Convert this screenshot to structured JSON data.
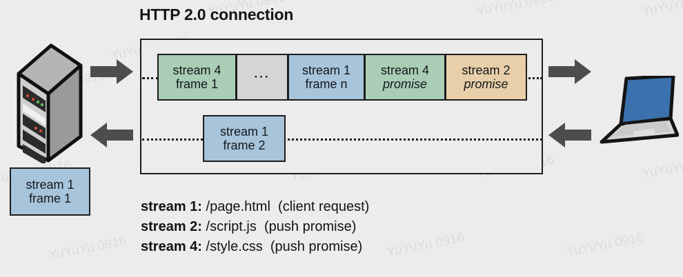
{
  "title": "HTTP 2.0 connection",
  "colors": {
    "background": "#ececec",
    "green": "#a9cdb5",
    "blue": "#a8c4db",
    "tan": "#e8cfa9",
    "gray": "#d5d5d5",
    "stroke": "#1c1c1c",
    "arrow": "#4d4d4d",
    "laptop_screen": "#3b72ad",
    "watermark": "#dcdcdc"
  },
  "watermark": {
    "text": "YuYuYu 0916"
  },
  "endpoints": {
    "server_name": "server",
    "client_name": "laptop-client"
  },
  "arrows": {
    "server_out": "arrow-right",
    "server_in": "arrow-left",
    "client_in": "arrow-right",
    "client_out": "arrow-left"
  },
  "connection": {
    "outbound_frames": [
      {
        "line1": "stream 4",
        "line2": "frame 1",
        "color": "green",
        "italic2": false
      },
      {
        "line1": "",
        "line2": "···",
        "color": "gray",
        "italic2": false
      },
      {
        "line1": "stream 1",
        "line2": "frame n",
        "color": "blue",
        "italic2": false
      },
      {
        "line1": "stream 4",
        "line2": "promise",
        "color": "green",
        "italic2": true
      },
      {
        "line1": "stream 2",
        "line2": "promise",
        "color": "tan",
        "italic2": true
      }
    ],
    "inbound_frames": [
      {
        "line1": "stream 1",
        "line2": "frame 2",
        "color": "blue",
        "italic2": false
      }
    ]
  },
  "queued_frame": {
    "line1": "stream 1",
    "line2": "frame 1",
    "color": "blue"
  },
  "legend": [
    {
      "keyword": "stream",
      "number": "1",
      "path": "/page.html",
      "note": "(client request)"
    },
    {
      "keyword": "stream",
      "number": "2",
      "path": "/script.js",
      "note": "(push promise)"
    },
    {
      "keyword": "stream",
      "number": "4",
      "path": "/style.css",
      "note": "(push promise)"
    }
  ]
}
